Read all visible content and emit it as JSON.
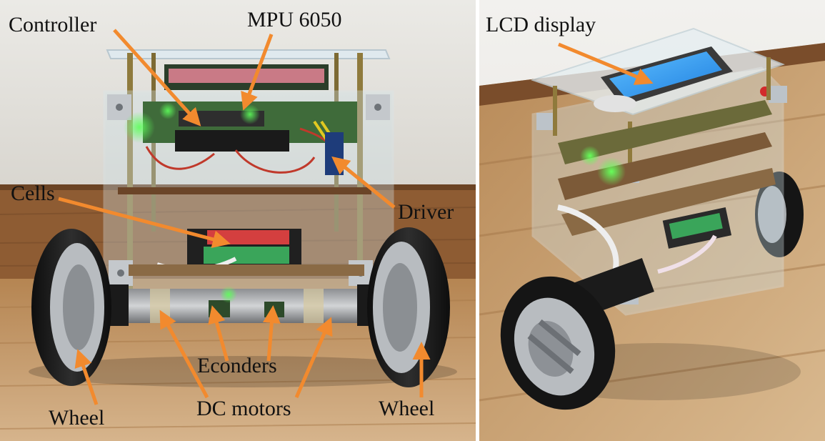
{
  "figure": {
    "left_panel": {
      "labels": {
        "controller": "Controller",
        "mpu": "MPU 6050",
        "cells": "Cells",
        "driver": "Driver",
        "encoders": "Econders",
        "dc_motors": "DC motors",
        "wheel_left": "Wheel",
        "wheel_right": "Wheel"
      }
    },
    "right_panel": {
      "labels": {
        "lcd": "LCD display"
      }
    }
  },
  "colors": {
    "arrow": "#F28A2E",
    "acrylic": "#cfe3ea",
    "pcb": "#3f6b3a",
    "tire": "#1c1c1c",
    "rim": "#b8bcc0",
    "wall": "#ececec",
    "floor": "#b78a5a",
    "lcd": "#3ea8ff",
    "led": "#36ff3a"
  }
}
